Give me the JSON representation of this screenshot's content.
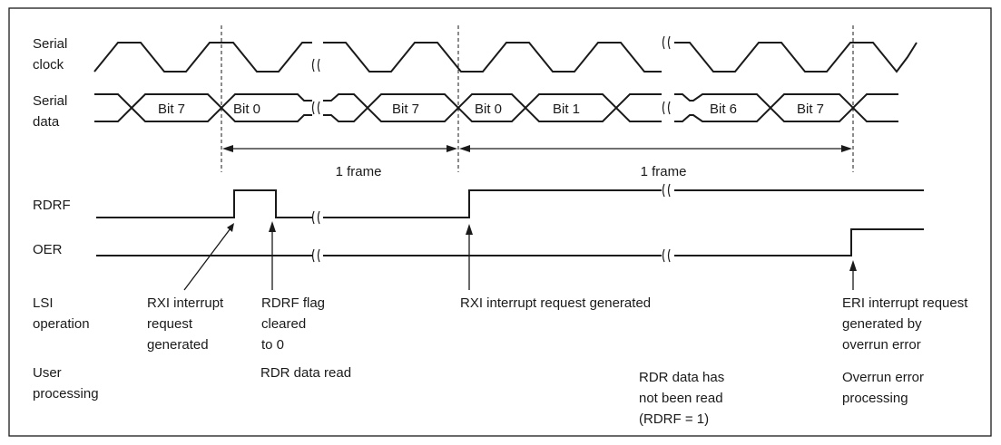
{
  "signals": {
    "serial_clock": [
      "Serial",
      "clock"
    ],
    "serial_data": [
      "Serial",
      "data"
    ],
    "rdrf": "RDRF",
    "oer": "OER"
  },
  "bits": [
    "Bit 7",
    "Bit 0",
    "Bit 7",
    "Bit 0",
    "Bit 1",
    "Bit 6",
    "Bit 7"
  ],
  "frames": [
    "1 frame",
    "1 frame"
  ],
  "rows": {
    "lsi_operation": [
      "LSI",
      "operation"
    ],
    "user_processing": [
      "User",
      "processing"
    ]
  },
  "lsi_events": {
    "rxi_first": [
      "RXI interrupt",
      "request",
      "generated"
    ],
    "rdrf_cleared": [
      "RDRF flag",
      "cleared",
      "to 0"
    ],
    "rxi_second": [
      "RXI interrupt request generated"
    ],
    "eri": [
      "ERI interrupt request",
      "generated by",
      "overrun error"
    ]
  },
  "user_events": {
    "rdr_read": [
      "RDR data read"
    ],
    "not_read": [
      "RDR data has",
      "not been read",
      "(RDRF = 1)"
    ],
    "overrun_processing": [
      "Overrun error",
      "processing"
    ]
  }
}
